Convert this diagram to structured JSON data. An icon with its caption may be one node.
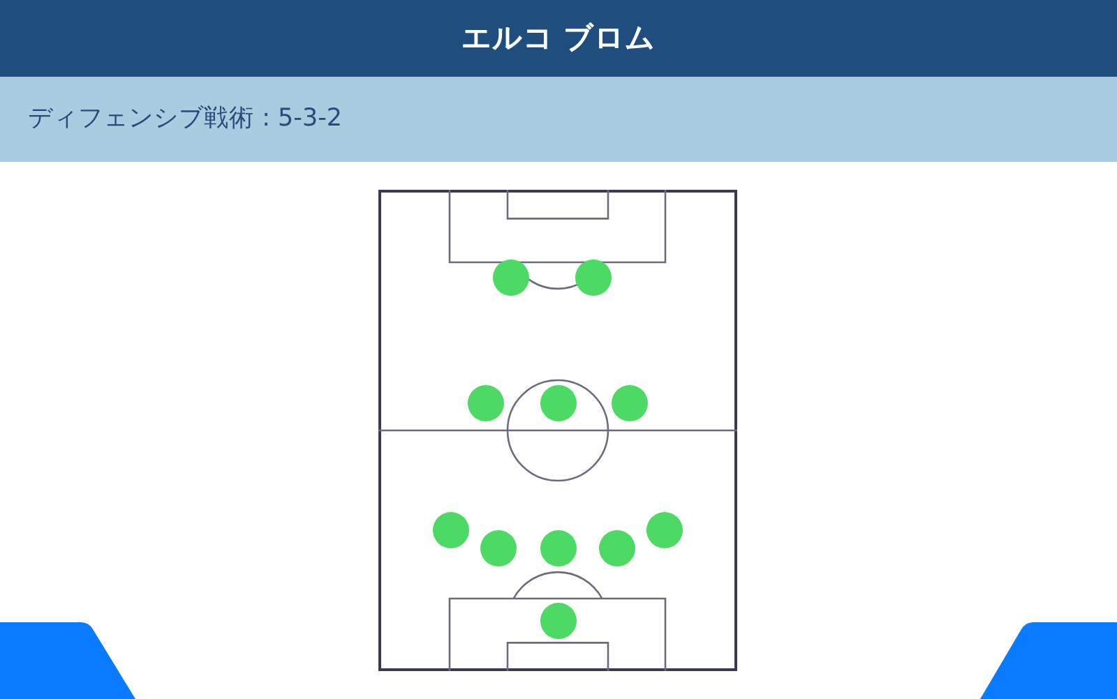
{
  "diagram": {
    "title": "エルコ ブロム",
    "nodes": [
      {
        "text": [],
        "shape": "picture"
      },
      {
        "text": [],
        "shape": "circle",
        "in": 0
      },
      {
        "text": [],
        "shape": "circle",
        "in": 0
      },
      {
        "text": [],
        "shape": "circle",
        "in": 0
      },
      {
        "text": [],
        "shape": "circle",
        "in": 0
      },
      {
        "text": [],
        "shape": "circle",
        "in": 0
      },
      {
        "text": [],
        "shape": "circle",
        "in": 0
      },
      {
        "text": [],
        "shape": "circle",
        "in": 0
      },
      {
        "text": [],
        "shape": "circle",
        "in": 0
      },
      {
        "text": [],
        "shape": "circle",
        "in": 0
      },
      {
        "text": [],
        "shape": "circle",
        "in": 0
      },
      {
        "text": [],
        "shape": "circle",
        "in": 0
      }
    ],
    "labels": [
      "ディフェンシブ戦術 : 5-3-2"
    ]
  }
}
